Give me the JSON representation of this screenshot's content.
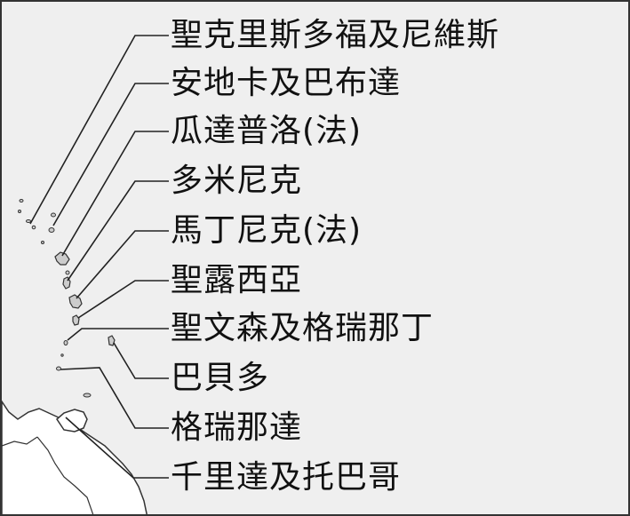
{
  "map": {
    "colors": {
      "background": "#efefef",
      "land": "#ffffff",
      "island_fill": "#cccccc",
      "outline": "#333333",
      "leader_line": "#222222",
      "text": "#111111"
    },
    "labels": [
      {
        "id": "st-kitts-nevis",
        "text": "聖克里斯多福及尼維斯"
      },
      {
        "id": "antigua-barbuda",
        "text": "安地卡及巴布達"
      },
      {
        "id": "guadeloupe",
        "text": "瓜達普洛(法)"
      },
      {
        "id": "dominica",
        "text": "多米尼克"
      },
      {
        "id": "martinique",
        "text": "馬丁尼克(法)"
      },
      {
        "id": "st-lucia",
        "text": "聖露西亞"
      },
      {
        "id": "st-vincent-grenadines",
        "text": "聖文森及格瑞那丁"
      },
      {
        "id": "barbados",
        "text": "巴貝多"
      },
      {
        "id": "grenada",
        "text": "格瑞那達"
      },
      {
        "id": "trinidad-tobago",
        "text": "千里達及托巴哥"
      }
    ]
  }
}
